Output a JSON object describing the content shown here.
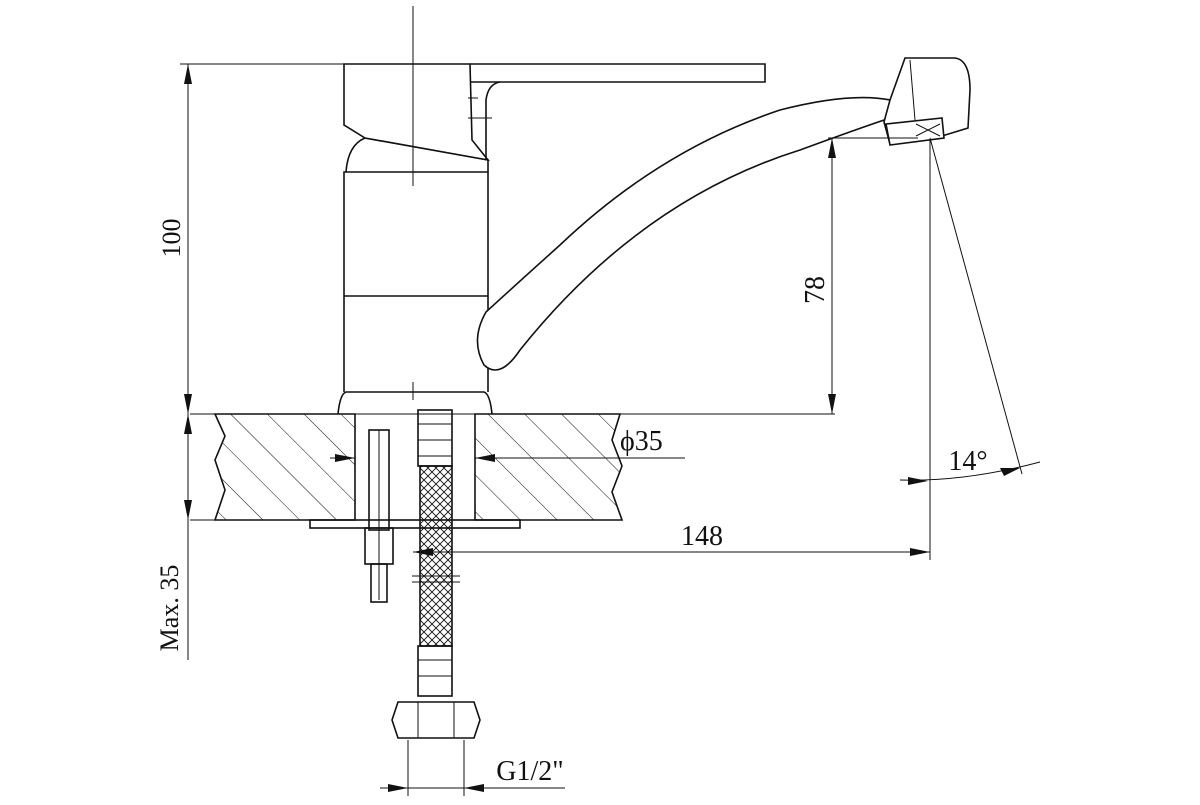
{
  "dimensions": {
    "height_total": "100",
    "spout_height": "78",
    "hole_diameter": "ϕ35",
    "spout_reach": "148",
    "max_thickness": "Max. 35",
    "spout_angle": "14°",
    "connection_thread": "G1/2\""
  }
}
